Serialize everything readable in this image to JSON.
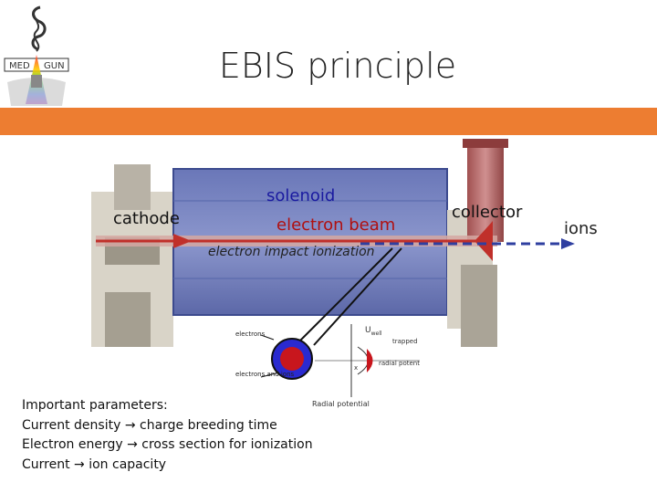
{
  "slide": {
    "title": "EBIS principle",
    "accent_color": "#ed7d31"
  },
  "logo": {
    "text_left": "MED",
    "text_right": "GUN"
  },
  "diagram": {
    "solenoid_label": "solenoid",
    "electron_beam_label": "electron beam",
    "cathode_label": "cathode",
    "collector_label": "collector",
    "ions_label": "ions",
    "ionization_label": "electron impact ionization"
  },
  "inset": {
    "electrons": "electrons",
    "electrons_and_ions": "electrons and ions",
    "uwell": "U",
    "uwell_sub": "well",
    "trapped_ions": "trapped ions",
    "radial_potential": "radial potential",
    "radial_potential_caption": "Radial potential",
    "x_label": "x"
  },
  "parameters": {
    "heading": "Important parameters:",
    "items": [
      "Current density → charge breeding time",
      "Electron energy → cross section for ionization",
      "Current → ion capacity"
    ]
  }
}
